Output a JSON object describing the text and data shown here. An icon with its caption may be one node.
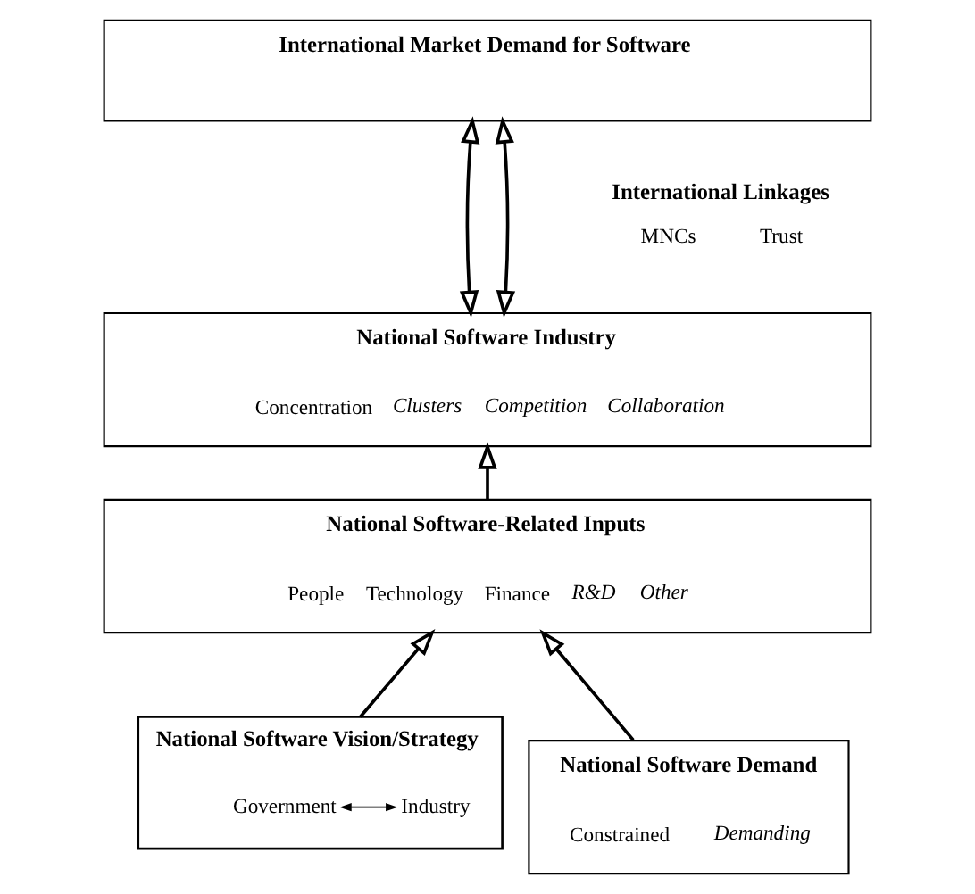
{
  "diagram": {
    "nodes": [
      {
        "text": [
          "International Market Demand for Software"
        ]
      },
      {
        "text": [
          "National Software Industry",
          "Concentration",
          "Clusters",
          "Competition",
          "Collaboration"
        ]
      },
      {
        "text": [
          "National Software-Related Inputs",
          "People",
          "Technology",
          "Finance",
          "R&D",
          "Other"
        ]
      },
      {
        "text": [
          "National Software Vision/Strategy"
        ]
      },
      {
        "text": [
          "Government"
        ],
        "in": 3
      },
      {
        "text": [
          "Industry"
        ],
        "in": 3
      },
      {
        "text": [
          "National Software Demand",
          "Constrained",
          "Demanding"
        ]
      }
    ],
    "edges": [
      {
        "from": 1,
        "to": 0,
        "arrow": "both"
      },
      {
        "from": 1,
        "to": 0,
        "arrow": "both"
      },
      {
        "from": 2,
        "to": 1,
        "arrow": "to"
      },
      {
        "from": 3,
        "to": 2,
        "arrow": "to"
      },
      {
        "from": 6,
        "to": 2,
        "arrow": "to"
      },
      {
        "from": 4,
        "to": 5,
        "arrow": "both"
      }
    ],
    "labels": [
      "International Linkages",
      "MNCs",
      "Trust"
    ]
  }
}
